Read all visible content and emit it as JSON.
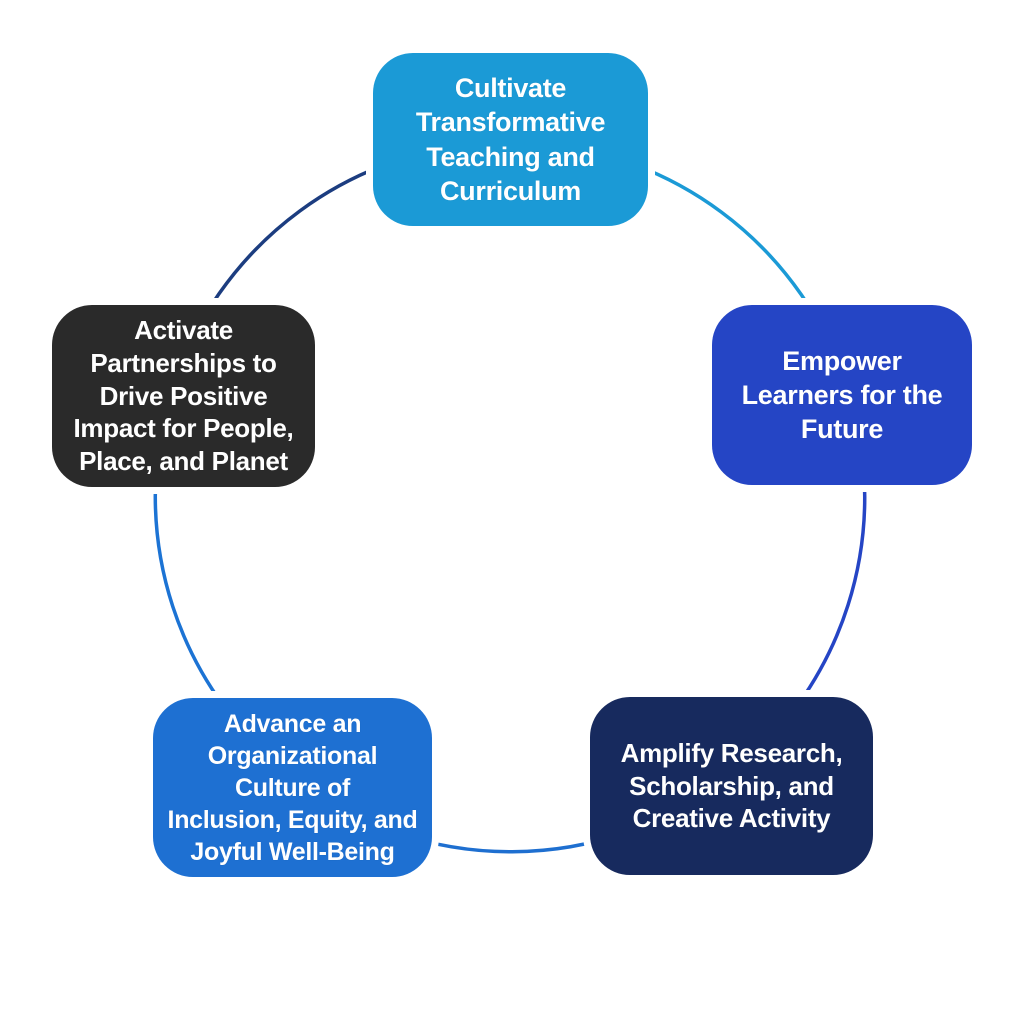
{
  "diagram": {
    "background_color": "#ffffff",
    "text_color": "#ffffff",
    "nodes": [
      {
        "id": "cultivate-teaching",
        "position": "top",
        "label": "Cultivate\nTransformative\nTeaching and\nCurriculum",
        "color": "#1b9ad6"
      },
      {
        "id": "empower-learners",
        "position": "right",
        "label": "Empower\nLearners for the\nFuture",
        "color": "#2545c5"
      },
      {
        "id": "amplify-research",
        "position": "bottom-right",
        "label": "Amplify Research,\nScholarship, and\nCreative Activity",
        "color": "#172a5e"
      },
      {
        "id": "advance-culture",
        "position": "bottom-left",
        "label": "Advance an\nOrganizational\nCulture of\nInclusion, Equity, and\nJoyful Well-Being",
        "color": "#1e70d2"
      },
      {
        "id": "activate-partnerships",
        "position": "left",
        "label": "Activate\nPartnerships to\nDrive Positive\nImpact for People,\nPlace, and Planet",
        "color": "#2a2a2a"
      }
    ],
    "connectors": [
      {
        "id": "top-to-right",
        "color": "#1b9ad6"
      },
      {
        "id": "right-to-bottom-right",
        "color": "#2545c5"
      },
      {
        "id": "bottom-right-to-bottom-left",
        "color": "#1e6fd0"
      },
      {
        "id": "bottom-left-to-left",
        "color": "#1c73d4"
      },
      {
        "id": "left-to-top",
        "color": "#1c3d80"
      }
    ]
  }
}
